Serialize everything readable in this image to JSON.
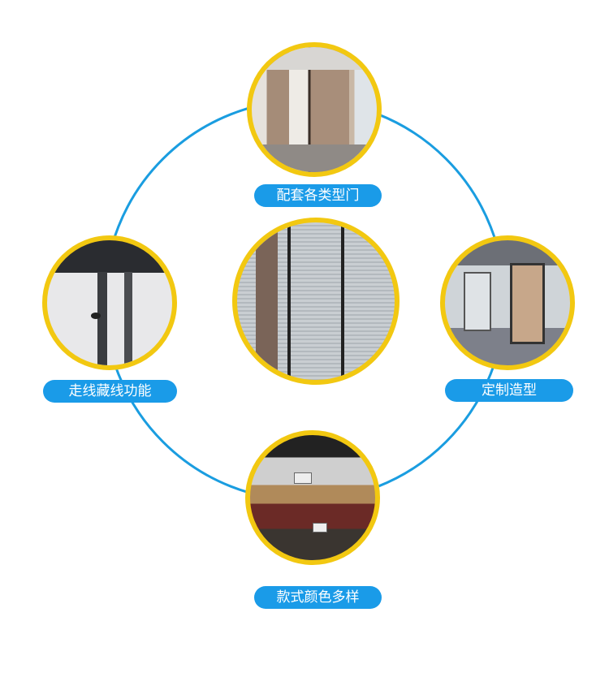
{
  "colors": {
    "ring": "#1a9de0",
    "border": "#f2c811",
    "pill": "#1a9be8"
  },
  "features": [
    {
      "label": "配套各类型门",
      "image": "office-doors-photo"
    },
    {
      "label": "走线藏线功能",
      "image": "wiring-channel-photo"
    },
    {
      "label": "定制造型",
      "image": "glass-partition-corridor-photo"
    },
    {
      "label": "款式颜色多样",
      "image": "profile-samples-photo"
    }
  ],
  "center_image": "blinds-glass-partition-photo"
}
